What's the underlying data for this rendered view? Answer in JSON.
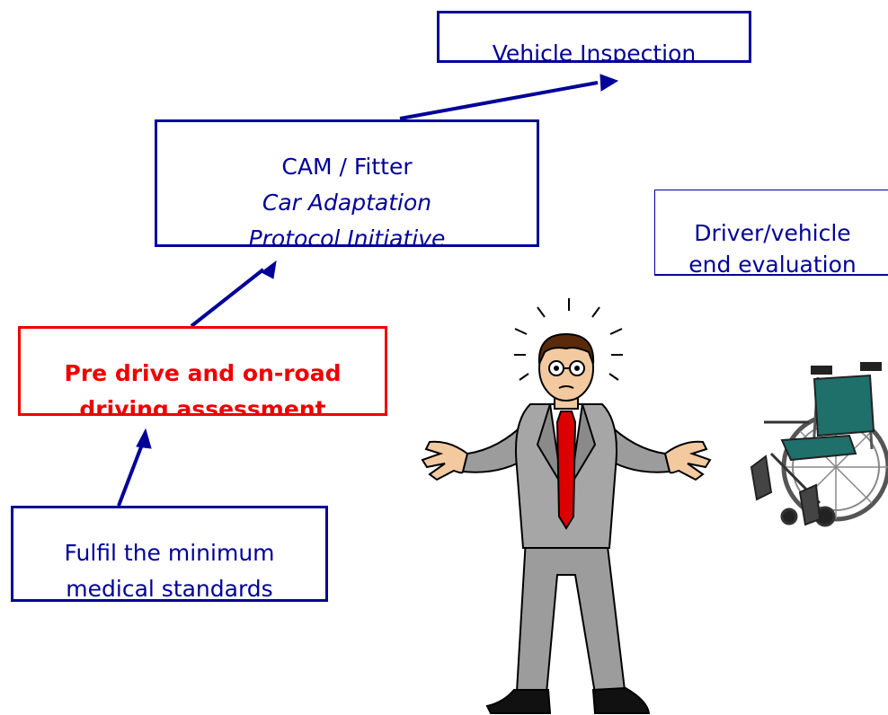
{
  "diagram": {
    "vehicle_inspection": "Vehicle Inspection",
    "cam_fitter": {
      "line1": "CAM / Fitter",
      "line2": "Car Adaptation",
      "line3": "Protocol Initiative"
    },
    "driver_vehicle": {
      "line1": "Driver/vehicle",
      "line2": "end evaluation"
    },
    "pre_drive": {
      "line1": "Pre drive and on-road",
      "line2": "driving assessment"
    },
    "fulfil": {
      "line1": "Fulfil the minimum",
      "line2": "medical standards"
    }
  },
  "colors": {
    "box_blue": "#000099",
    "pre_drive_red": "#ee0000",
    "suit_gray": "#9c9c9c",
    "tie_red": "#dd0000",
    "wheelchair_teal": "#1f6f6a"
  },
  "illustrations": [
    "confused-man-icon",
    "wheelchair-icon"
  ]
}
